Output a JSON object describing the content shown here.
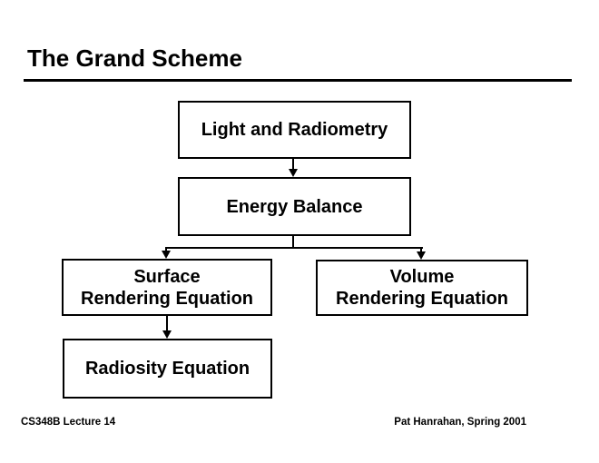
{
  "slide": {
    "title": "The Grand Scheme",
    "footer": {
      "left": "CS348B Lecture 14",
      "right": "Pat Hanrahan, Spring 2001"
    },
    "colors": {
      "background": "#ffffff",
      "ink": "#000000"
    }
  },
  "diagram": {
    "type": "flowchart",
    "nodes": [
      {
        "id": "light-and-radiometry",
        "label": "Light and Radiometry"
      },
      {
        "id": "energy-balance",
        "label": "Energy Balance"
      },
      {
        "id": "surface-rendering-equation",
        "label": "Surface\nRendering Equation"
      },
      {
        "id": "volume-rendering-equation",
        "label": "Volume\nRendering Equation"
      },
      {
        "id": "radiosity-equation",
        "label": "Radiosity Equation"
      }
    ],
    "edges": [
      {
        "from": "light-and-radiometry",
        "to": "energy-balance"
      },
      {
        "from": "energy-balance",
        "to": "surface-rendering-equation"
      },
      {
        "from": "energy-balance",
        "to": "volume-rendering-equation"
      },
      {
        "from": "surface-rendering-equation",
        "to": "radiosity-equation"
      }
    ]
  }
}
